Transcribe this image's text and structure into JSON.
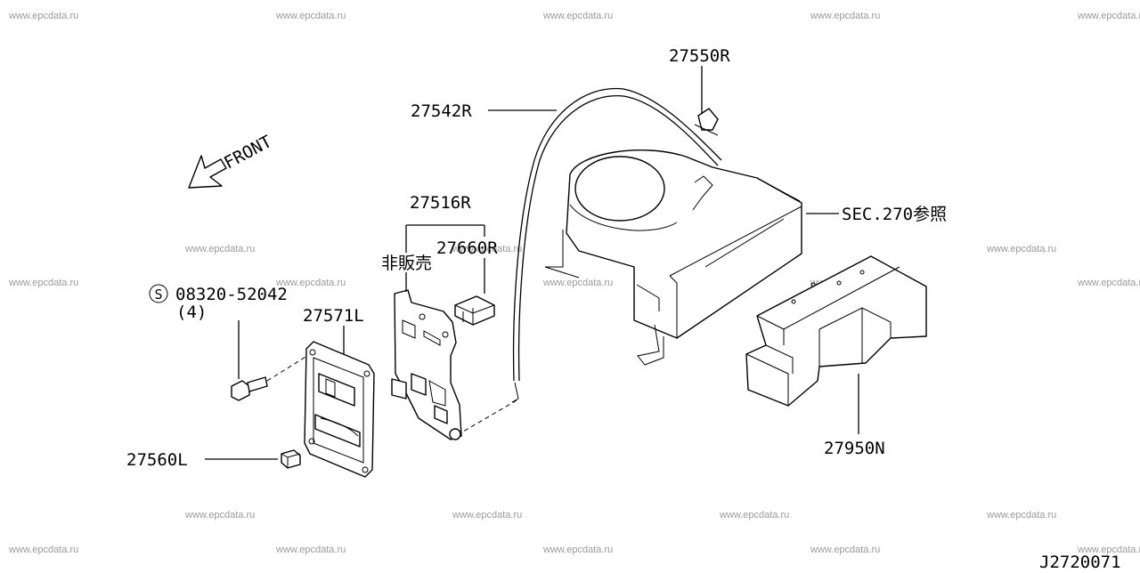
{
  "watermark": "www.epcdata.ru",
  "front_label": "FRONT",
  "diagram_code": "J2720071",
  "callouts": {
    "p27550R": "27550R",
    "p27542R": "27542R",
    "sec270": "SEC.270参照",
    "p27516R": "27516R",
    "p27660R": "27660R",
    "not_for_sale": "非販売",
    "bolt_symbol": "S",
    "bolt": "08320-52042",
    "bolt_qty": "(4)",
    "p27571L": "27571L",
    "p27560L": "27560L",
    "p27950N": "27950N"
  }
}
